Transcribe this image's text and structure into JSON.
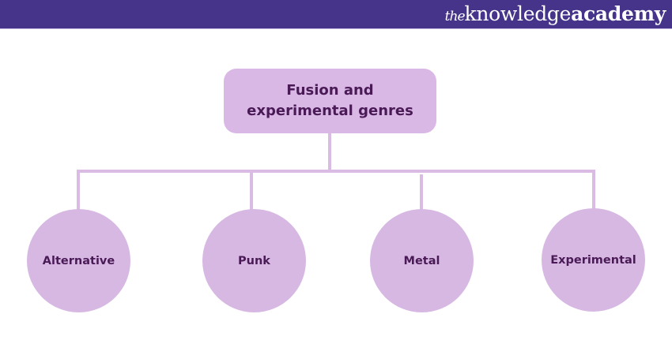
{
  "header": {
    "brand_prefix": "the",
    "brand_main": "knowledge",
    "brand_suffix": "academy",
    "background_color": "#46348a"
  },
  "diagram": {
    "root": {
      "label": "Fusion and experimental genres"
    },
    "children": [
      {
        "label": "Alternative"
      },
      {
        "label": "Punk"
      },
      {
        "label": "Metal"
      },
      {
        "label": "Experimental"
      }
    ],
    "colors": {
      "node_fill": "#d7b8e3",
      "connector": "#d9bbe4",
      "text": "#4a1a56"
    }
  }
}
